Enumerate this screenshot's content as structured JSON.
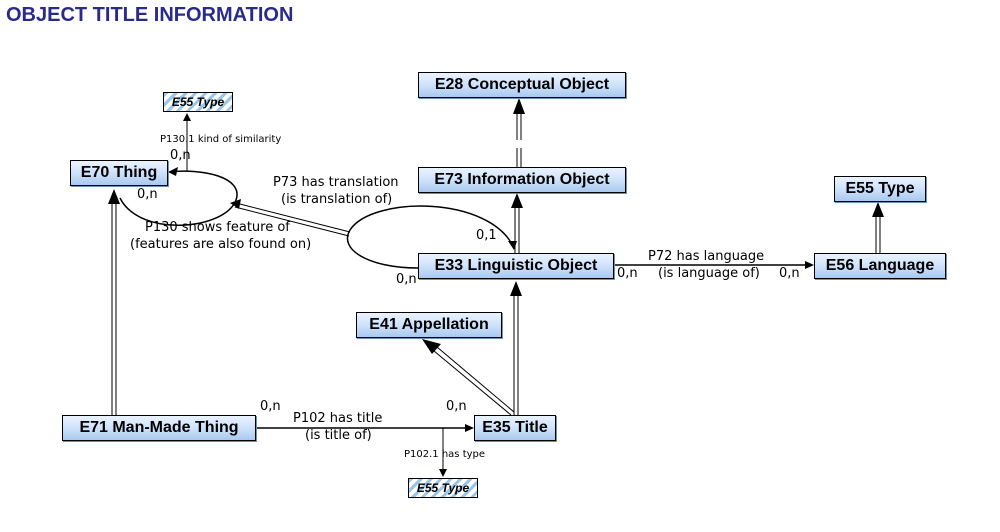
{
  "page": {
    "title": "OBJECT TITLE INFORMATION"
  },
  "colors": {
    "title": "#2a2a8c",
    "node_fill_top": "#eaf3ff",
    "node_fill_bottom": "#a9c9ef",
    "type_hatch": "#9ac6ea",
    "line": "#000000"
  },
  "nodes": {
    "e28": "E28 Conceptual Object",
    "e73": "E73 Information Object",
    "e70": "E70 Thing",
    "e55_top": "E55 Type",
    "e33": "E33 Linguistic Object",
    "e56": "E56 Language",
    "e41": "E41 Appellation",
    "e71": "E71 Man-Made Thing",
    "e35": "E35 Title",
    "e55_hatch_top": "E55 Type",
    "e55_hatch_bottom": "E55 Type"
  },
  "properties": {
    "p130_1": "P130.1 kind of  similarity",
    "p130_line1": "P130 shows  feature of",
    "p130_line2": "(features are  also found on)",
    "p73_line1": "P73 has translation",
    "p73_line2": "(is translation of)",
    "p72_line1": "P72 has language",
    "p72_line2": "(is language of)",
    "p102_line1": "P102 has title",
    "p102_line2": "(is title of)",
    "p102_1": "P102.1 has type"
  },
  "cardinalities": {
    "e70_p130_top": "0,n",
    "e70_p130_inner": "0,n",
    "e33_p73_top": "0,1",
    "e33_p73_bottom": "0,n",
    "e33_p72": "0,n",
    "e56_p72": "0,n",
    "e71_p102": "0,n",
    "e35_p102": "0,n"
  }
}
